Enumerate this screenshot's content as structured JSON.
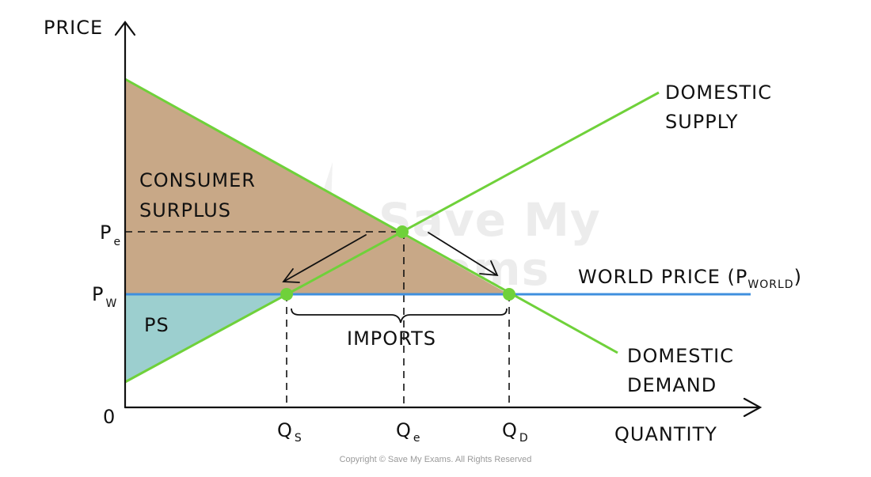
{
  "diagram": {
    "axes": {
      "y_label": "PRICE",
      "x_label": "QUANTITY",
      "origin_label": "0"
    },
    "curves": {
      "supply_line1": "DOMESTIC",
      "supply_line2": "SUPPLY",
      "demand_line1": "DOMESTIC",
      "demand_line2": "DEMAND",
      "world_price_main": "WORLD PRICE (P",
      "world_price_sub": "WORLD",
      "world_price_close": ")"
    },
    "price_levels": {
      "pe_main": "P",
      "pe_sub": "e",
      "pw_main": "P",
      "pw_sub": "W"
    },
    "quantity_levels": {
      "qs_main": "Q",
      "qs_sub": "S",
      "qe_main": "Q",
      "qe_sub": "e",
      "qd_main": "Q",
      "qd_sub": "D"
    },
    "areas": {
      "consumer_surplus_line1": "CONSUMER",
      "consumer_surplus_line2": "SURPLUS",
      "producer_surplus": "PS",
      "imports": "IMPORTS"
    },
    "colors": {
      "curve_green": "#6fd13a",
      "point_green": "#6fd13a",
      "world_price_blue": "#3f8fde",
      "consumer_surplus_fill": "#c8a887",
      "producer_surplus_fill": "#9ccfcf"
    },
    "watermark_line1": "Save My",
    "watermark_line2": "Exams",
    "copyright": "Copyright © Save My Exams. All Rights Reserved"
  }
}
